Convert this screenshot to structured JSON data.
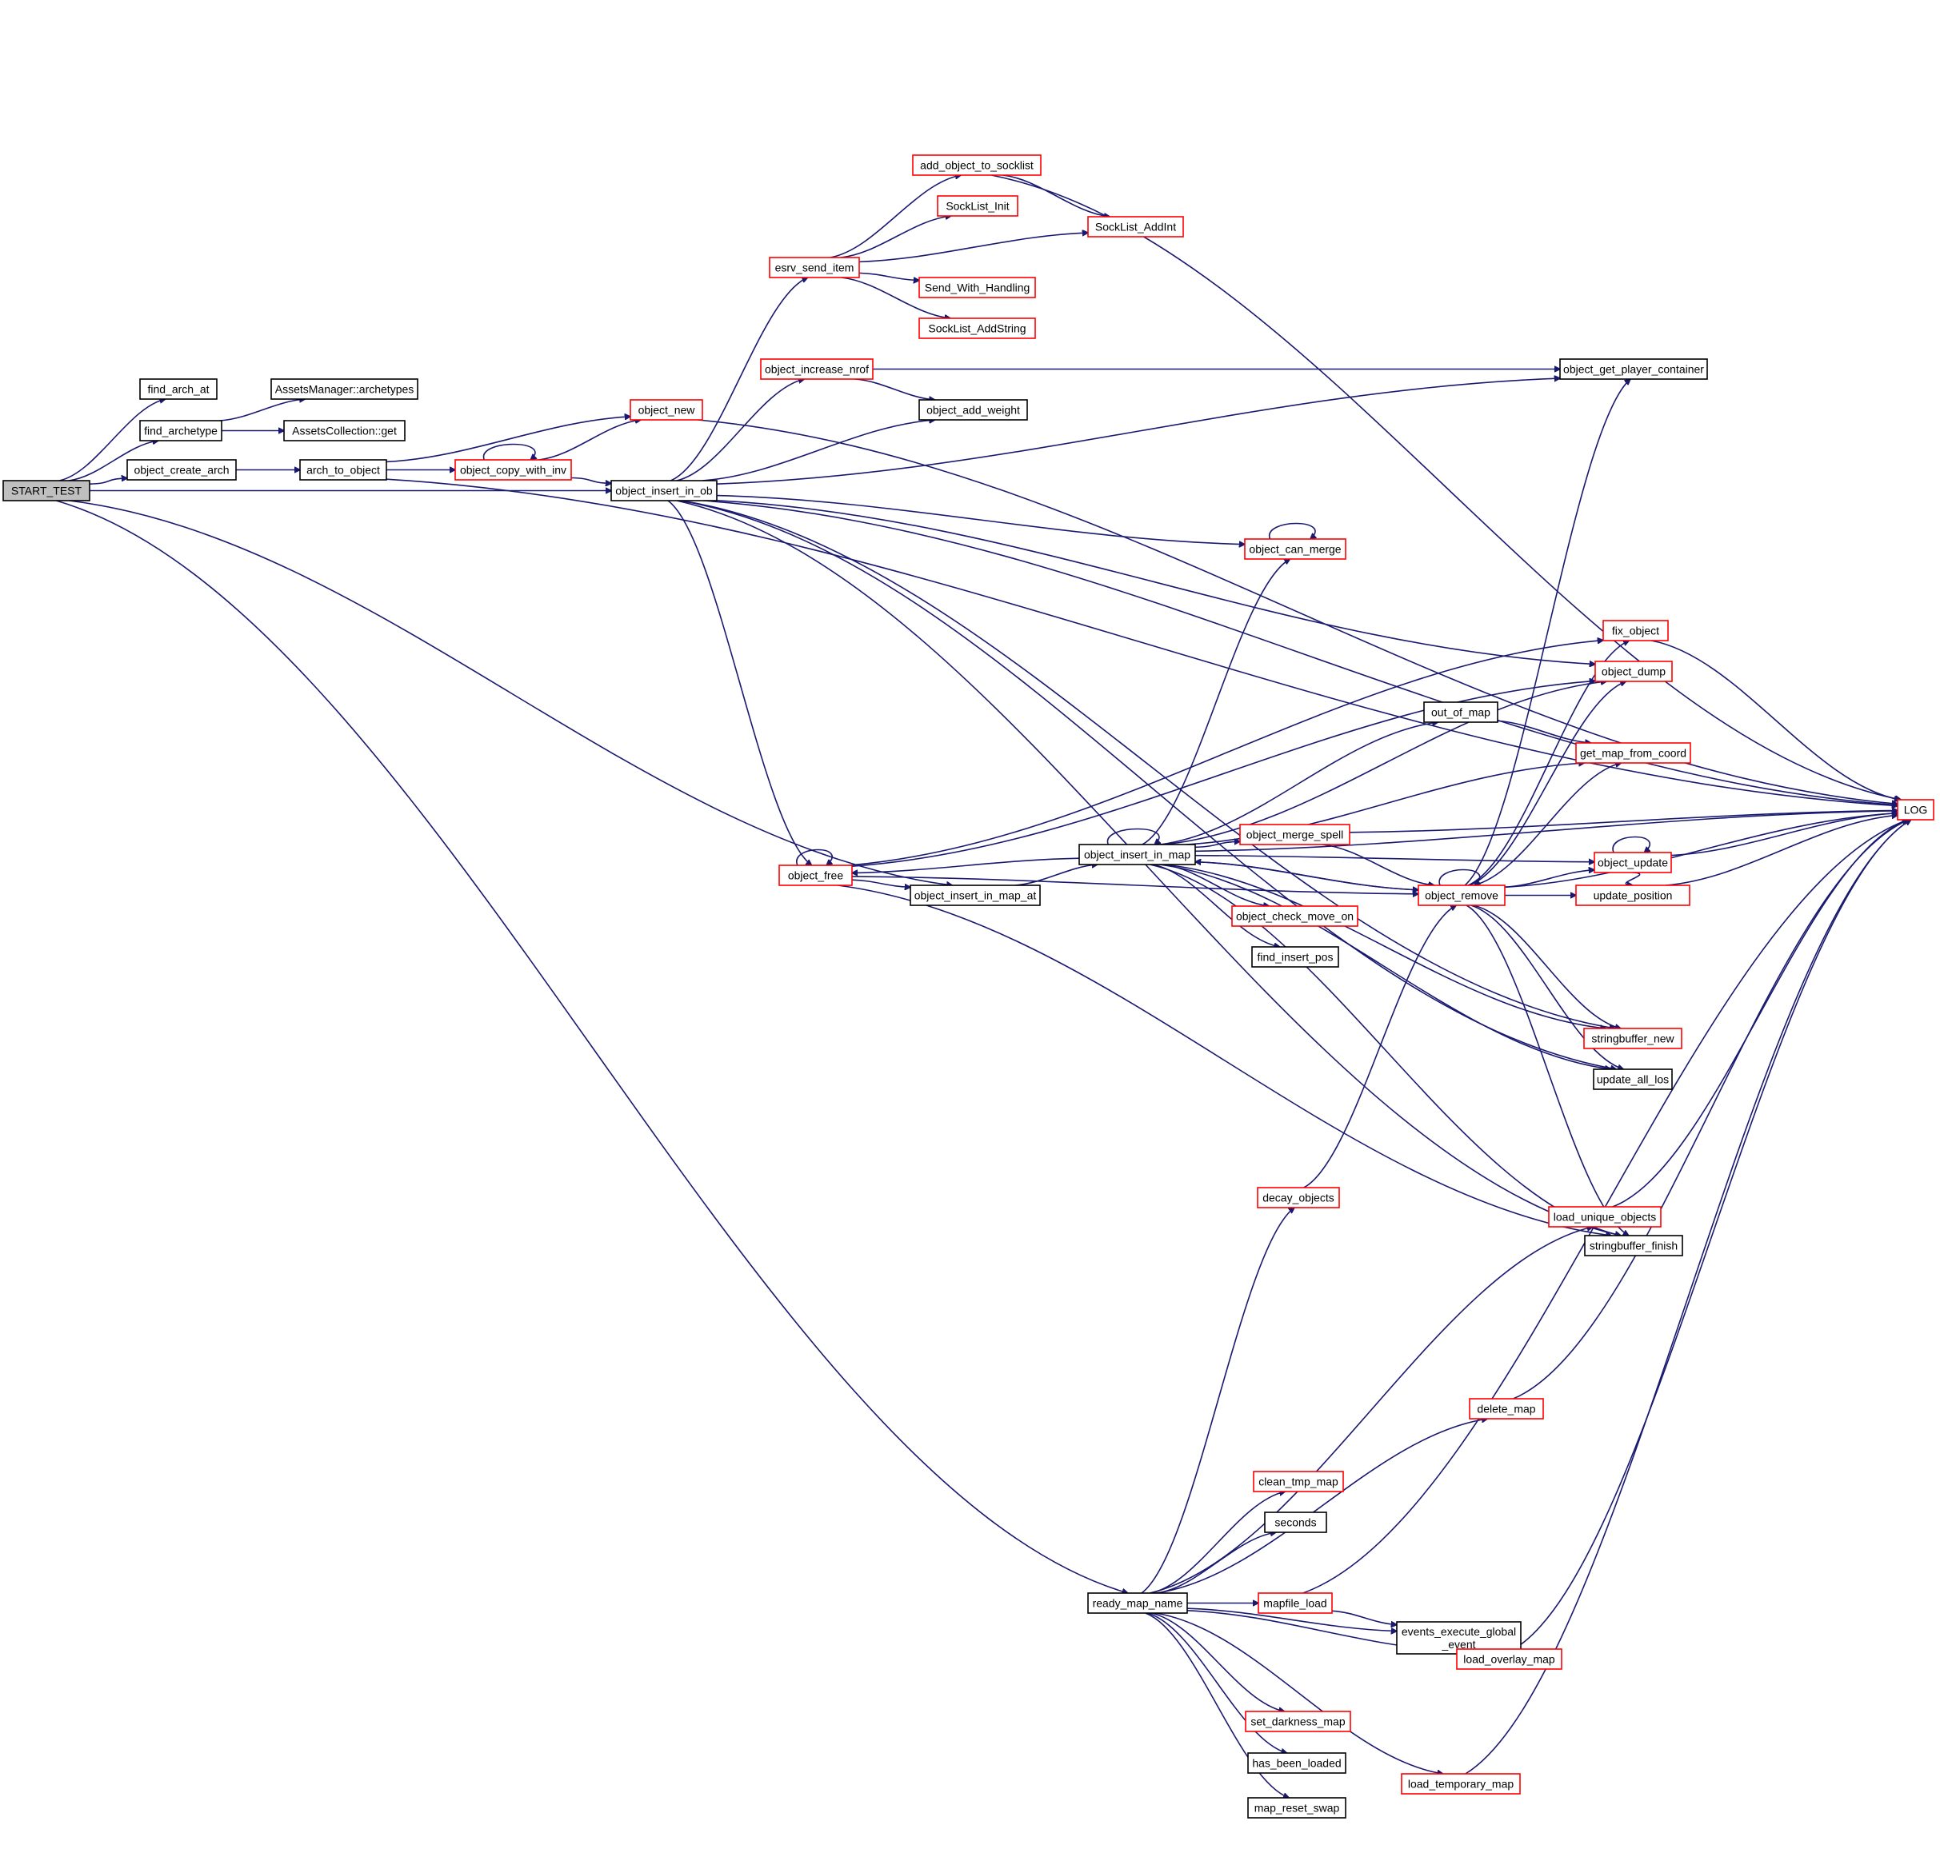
{
  "colors": {
    "edge": "#191970",
    "border_linked": "#ff0000",
    "border_plain": "#000000",
    "fill_root": "#bfbfbf",
    "fill_default": "#ffffff"
  },
  "nodes": [
    {
      "id": "start_test",
      "label": "START_TEST",
      "style": "root"
    },
    {
      "id": "find_arch_at",
      "label": "find_arch_at",
      "style": "plain"
    },
    {
      "id": "find_archetype",
      "label": "find_archetype",
      "style": "plain"
    },
    {
      "id": "assetsmanager_archetypes",
      "label": "AssetsManager::archetypes",
      "style": "plain"
    },
    {
      "id": "assetscollection_get",
      "label": "AssetsCollection::get",
      "style": "plain"
    },
    {
      "id": "object_create_arch",
      "label": "object_create_arch",
      "style": "plain"
    },
    {
      "id": "arch_to_object",
      "label": "arch_to_object",
      "style": "plain"
    },
    {
      "id": "object_new",
      "label": "object_new",
      "style": "linked"
    },
    {
      "id": "object_copy_with_inv",
      "label": "object_copy_with_inv",
      "style": "linked"
    },
    {
      "id": "object_insert_in_ob",
      "label": "object_insert_in_ob",
      "style": "plain"
    },
    {
      "id": "add_object_to_socklist",
      "label": "add_object_to_socklist",
      "style": "linked"
    },
    {
      "id": "socklist_init",
      "label": "SockList_Init",
      "style": "linked"
    },
    {
      "id": "socklist_addint",
      "label": "SockList_AddInt",
      "style": "linked"
    },
    {
      "id": "esrv_send_item",
      "label": "esrv_send_item",
      "style": "linked"
    },
    {
      "id": "send_with_handling",
      "label": "Send_With_Handling",
      "style": "linked"
    },
    {
      "id": "socklist_addstring",
      "label": "SockList_AddString",
      "style": "linked"
    },
    {
      "id": "object_increase_nrof",
      "label": "object_increase_nrof",
      "style": "linked"
    },
    {
      "id": "object_add_weight",
      "label": "object_add_weight",
      "style": "plain"
    },
    {
      "id": "object_get_player_container",
      "label": "object_get_player_container",
      "style": "plain"
    },
    {
      "id": "object_can_merge",
      "label": "object_can_merge",
      "style": "linked"
    },
    {
      "id": "fix_object",
      "label": "fix_object",
      "style": "linked"
    },
    {
      "id": "object_dump",
      "label": "object_dump",
      "style": "linked"
    },
    {
      "id": "out_of_map",
      "label": "out_of_map",
      "style": "plain"
    },
    {
      "id": "get_map_from_coord",
      "label": "get_map_from_coord",
      "style": "linked"
    },
    {
      "id": "log",
      "label": "LOG",
      "style": "linked"
    },
    {
      "id": "object_insert_in_map",
      "label": "object_insert_in_map",
      "style": "plain"
    },
    {
      "id": "object_merge_spell",
      "label": "object_merge_spell",
      "style": "linked"
    },
    {
      "id": "object_update",
      "label": "object_update",
      "style": "linked"
    },
    {
      "id": "object_free",
      "label": "object_free",
      "style": "linked"
    },
    {
      "id": "object_insert_in_map_at",
      "label": "object_insert_in_map_at",
      "style": "plain"
    },
    {
      "id": "object_remove",
      "label": "object_remove",
      "style": "linked"
    },
    {
      "id": "update_position",
      "label": "update_position",
      "style": "linked"
    },
    {
      "id": "object_check_move_on",
      "label": "object_check_move_on",
      "style": "linked"
    },
    {
      "id": "find_insert_pos",
      "label": "find_insert_pos",
      "style": "plain"
    },
    {
      "id": "stringbuffer_new",
      "label": "stringbuffer_new",
      "style": "linked"
    },
    {
      "id": "update_all_los",
      "label": "update_all_los",
      "style": "plain"
    },
    {
      "id": "decay_objects",
      "label": "decay_objects",
      "style": "linked"
    },
    {
      "id": "load_unique_objects",
      "label": "load_unique_objects",
      "style": "linked"
    },
    {
      "id": "stringbuffer_finish",
      "label": "stringbuffer_finish",
      "style": "plain"
    },
    {
      "id": "delete_map",
      "label": "delete_map",
      "style": "linked"
    },
    {
      "id": "clean_tmp_map",
      "label": "clean_tmp_map",
      "style": "linked"
    },
    {
      "id": "seconds",
      "label": "seconds",
      "style": "plain"
    },
    {
      "id": "ready_map_name",
      "label": "ready_map_name",
      "style": "plain"
    },
    {
      "id": "mapfile_load",
      "label": "mapfile_load",
      "style": "linked"
    },
    {
      "id": "events_execute_global_event",
      "label": [
        "events_execute_global",
        "_event"
      ],
      "style": "plain"
    },
    {
      "id": "load_overlay_map",
      "label": "load_overlay_map",
      "style": "linked"
    },
    {
      "id": "set_darkness_map",
      "label": "set_darkness_map",
      "style": "linked"
    },
    {
      "id": "has_been_loaded",
      "label": "has_been_loaded",
      "style": "plain"
    },
    {
      "id": "load_temporary_map",
      "label": "load_temporary_map",
      "style": "linked"
    },
    {
      "id": "map_reset_swap",
      "label": "map_reset_swap",
      "style": "plain"
    }
  ],
  "edges": [
    [
      "start_test",
      "find_arch_at"
    ],
    [
      "start_test",
      "find_archetype"
    ],
    [
      "start_test",
      "object_create_arch"
    ],
    [
      "start_test",
      "object_insert_in_ob"
    ],
    [
      "start_test",
      "object_insert_in_map_at"
    ],
    [
      "start_test",
      "ready_map_name"
    ],
    [
      "find_archetype",
      "assetsmanager_archetypes"
    ],
    [
      "find_archetype",
      "assetscollection_get"
    ],
    [
      "object_create_arch",
      "arch_to_object"
    ],
    [
      "arch_to_object",
      "object_new"
    ],
    [
      "arch_to_object",
      "object_copy_with_inv"
    ],
    [
      "arch_to_object",
      "log"
    ],
    [
      "object_new",
      "log"
    ],
    [
      "object_copy_with_inv",
      "object_copy_with_inv"
    ],
    [
      "object_copy_with_inv",
      "object_new"
    ],
    [
      "object_copy_with_inv",
      "object_insert_in_ob"
    ],
    [
      "object_insert_in_ob",
      "esrv_send_item"
    ],
    [
      "object_insert_in_ob",
      "object_increase_nrof"
    ],
    [
      "object_insert_in_ob",
      "object_add_weight"
    ],
    [
      "object_insert_in_ob",
      "object_get_player_container"
    ],
    [
      "object_insert_in_ob",
      "log"
    ],
    [
      "object_insert_in_ob",
      "object_can_merge"
    ],
    [
      "object_insert_in_ob",
      "object_dump"
    ],
    [
      "object_insert_in_ob",
      "object_free"
    ],
    [
      "object_insert_in_ob",
      "stringbuffer_new"
    ],
    [
      "object_insert_in_ob",
      "update_all_los"
    ],
    [
      "object_insert_in_ob",
      "stringbuffer_finish"
    ],
    [
      "esrv_send_item",
      "add_object_to_socklist"
    ],
    [
      "esrv_send_item",
      "socklist_init"
    ],
    [
      "esrv_send_item",
      "socklist_addint"
    ],
    [
      "esrv_send_item",
      "send_with_handling"
    ],
    [
      "esrv_send_item",
      "socklist_addstring"
    ],
    [
      "add_object_to_socklist",
      "socklist_addint"
    ],
    [
      "add_object_to_socklist",
      "log"
    ],
    [
      "object_increase_nrof",
      "object_get_player_container"
    ],
    [
      "object_increase_nrof",
      "object_add_weight"
    ],
    [
      "object_can_merge",
      "object_can_merge"
    ],
    [
      "fix_object",
      "log"
    ],
    [
      "out_of_map",
      "get_map_from_coord"
    ],
    [
      "object_insert_in_map",
      "object_insert_in_map"
    ],
    [
      "object_insert_in_map",
      "object_can_merge"
    ],
    [
      "object_insert_in_map",
      "log"
    ],
    [
      "object_insert_in_map",
      "object_dump"
    ],
    [
      "object_insert_in_map",
      "out_of_map"
    ],
    [
      "object_insert_in_map",
      "get_map_from_coord"
    ],
    [
      "object_insert_in_map",
      "object_update"
    ],
    [
      "object_insert_in_map",
      "object_merge_spell"
    ],
    [
      "object_insert_in_map",
      "object_free"
    ],
    [
      "object_insert_in_map",
      "object_remove"
    ],
    [
      "object_insert_in_map",
      "object_check_move_on"
    ],
    [
      "object_insert_in_map",
      "find_insert_pos"
    ],
    [
      "object_insert_in_map",
      "stringbuffer_new"
    ],
    [
      "object_insert_in_map",
      "update_all_los"
    ],
    [
      "object_insert_in_map",
      "stringbuffer_finish"
    ],
    [
      "object_merge_spell",
      "log"
    ],
    [
      "object_merge_spell",
      "object_remove"
    ],
    [
      "object_free",
      "object_free"
    ],
    [
      "object_free",
      "fix_object"
    ],
    [
      "object_free",
      "object_dump"
    ],
    [
      "object_free",
      "object_insert_in_map_at"
    ],
    [
      "object_free",
      "object_remove"
    ],
    [
      "object_free",
      "stringbuffer_finish"
    ],
    [
      "object_insert_in_map_at",
      "object_insert_in_map"
    ],
    [
      "object_remove",
      "object_remove"
    ],
    [
      "object_remove",
      "object_get_player_container"
    ],
    [
      "object_remove",
      "fix_object"
    ],
    [
      "object_remove",
      "object_dump"
    ],
    [
      "object_remove",
      "object_insert_in_map"
    ],
    [
      "object_remove",
      "get_map_from_coord"
    ],
    [
      "object_remove",
      "object_update"
    ],
    [
      "object_remove",
      "update_position"
    ],
    [
      "object_remove",
      "log"
    ],
    [
      "object_remove",
      "stringbuffer_new"
    ],
    [
      "object_remove",
      "update_all_los"
    ],
    [
      "object_remove",
      "stringbuffer_finish"
    ],
    [
      "object_update",
      "object_update"
    ],
    [
      "object_update",
      "log"
    ],
    [
      "object_update",
      "update_position"
    ],
    [
      "update_position",
      "log"
    ],
    [
      "decay_objects",
      "object_remove"
    ],
    [
      "load_unique_objects",
      "log"
    ],
    [
      "delete_map",
      "log"
    ],
    [
      "ready_map_name",
      "decay_objects"
    ],
    [
      "ready_map_name",
      "load_unique_objects"
    ],
    [
      "ready_map_name",
      "delete_map"
    ],
    [
      "ready_map_name",
      "clean_tmp_map"
    ],
    [
      "ready_map_name",
      "seconds"
    ],
    [
      "ready_map_name",
      "mapfile_load"
    ],
    [
      "ready_map_name",
      "events_execute_global_event"
    ],
    [
      "ready_map_name",
      "load_overlay_map"
    ],
    [
      "ready_map_name",
      "set_darkness_map"
    ],
    [
      "ready_map_name",
      "has_been_loaded"
    ],
    [
      "ready_map_name",
      "map_reset_swap"
    ],
    [
      "ready_map_name",
      "load_temporary_map"
    ],
    [
      "mapfile_load",
      "events_execute_global_event"
    ],
    [
      "mapfile_load",
      "log"
    ],
    [
      "load_overlay_map",
      "log"
    ],
    [
      "load_temporary_map",
      "log"
    ]
  ]
}
